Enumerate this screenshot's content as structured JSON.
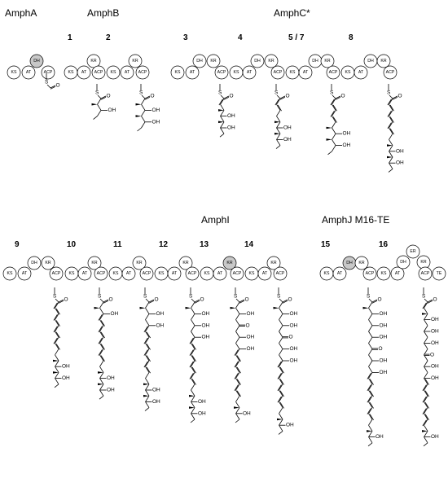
{
  "module_groups": [
    {
      "title": "AmphA"
    },
    {
      "title": "AmphB"
    },
    {
      "title": "AmphC*"
    },
    {
      "title": "AmphI"
    },
    {
      "title": "AmphJ M16-TE"
    }
  ],
  "module_numbers": [
    "1",
    "2",
    "3",
    "4",
    "5 / 7",
    "8",
    "9",
    "10",
    "11",
    "12",
    "13",
    "14",
    "15",
    "16"
  ],
  "domain_labels": {
    "ks": "KS",
    "at": "AT",
    "dh": "DH",
    "kr": "KR",
    "er": "ER",
    "acp": "ACP",
    "te": "TE"
  },
  "atom_labels": {
    "sulfur": "S",
    "oxygen": "O",
    "hydroxyl": "OH"
  },
  "colors": {
    "domain_fill": "#ffffff",
    "inactive_fill": "#c8c8c8",
    "stroke": "#000000"
  }
}
